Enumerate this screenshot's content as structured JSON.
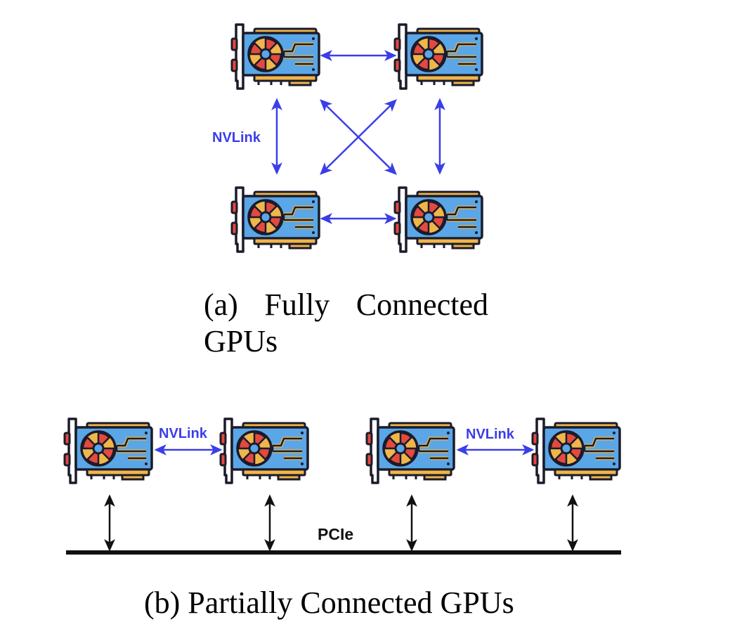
{
  "figure_a": {
    "caption_label": "(a)",
    "caption_word1": "Fully",
    "caption_word2": "Connected",
    "caption_line2": "GPUs",
    "link_label": "NVLink",
    "nodes": [
      "gpu-top-left",
      "gpu-top-right",
      "gpu-bottom-left",
      "gpu-bottom-right"
    ],
    "edges": [
      [
        "gpu-top-left",
        "gpu-top-right"
      ],
      [
        "gpu-bottom-left",
        "gpu-bottom-right"
      ],
      [
        "gpu-top-left",
        "gpu-bottom-left"
      ],
      [
        "gpu-top-right",
        "gpu-bottom-right"
      ],
      [
        "gpu-top-left",
        "gpu-bottom-right"
      ],
      [
        "gpu-top-right",
        "gpu-bottom-left"
      ]
    ]
  },
  "figure_b": {
    "caption": "(b) Partially Connected GPUs",
    "nvlink_label_left": "NVLink",
    "nvlink_label_right": "NVLink",
    "bus_label": "PCIe",
    "nodes": [
      "gpu-1",
      "gpu-2",
      "gpu-3",
      "gpu-4"
    ],
    "nvlink_pairs": [
      [
        "gpu-1",
        "gpu-2"
      ],
      [
        "gpu-3",
        "gpu-4"
      ]
    ],
    "pcie_connected": [
      "gpu-1",
      "gpu-2",
      "gpu-3",
      "gpu-4"
    ]
  },
  "colors": {
    "nvlink": "#3b3ee8",
    "pcie": "#111111",
    "gpu_board": "#5aa6e6",
    "gpu_outline": "#1b1b2a",
    "gpu_fan": "#f0b64a",
    "gpu_fan_red": "#e4493f",
    "gpu_bracket": "#e4493f",
    "gpu_traces": "#f0b64a"
  },
  "icons": {
    "gpu": "graphics-card-icon"
  }
}
